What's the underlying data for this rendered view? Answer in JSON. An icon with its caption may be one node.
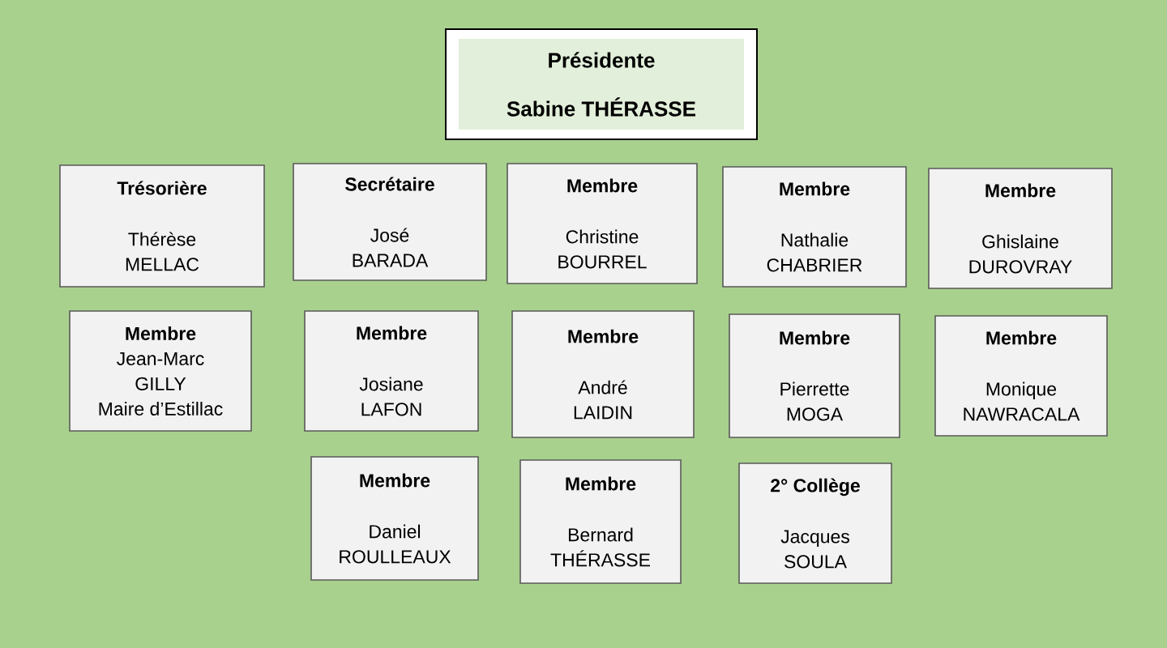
{
  "diagram": {
    "nodes": [
      {
        "text": [
          "Présidente",
          "Sabine THÉRASSE"
        ]
      },
      {
        "text": [
          "Trésorière",
          "Thérèse MELLAC"
        ]
      },
      {
        "text": [
          "Secrétaire",
          "José BARADA"
        ]
      },
      {
        "text": [
          "Membre",
          "Christine BOURREL"
        ]
      },
      {
        "text": [
          "Membre",
          "Nathalie CHABRIER"
        ]
      },
      {
        "text": [
          "Membre",
          "Ghislaine DUROVRAY"
        ]
      },
      {
        "text": [
          "Membre",
          "Jean-Marc GILLY",
          "Maire d’Estillac"
        ]
      },
      {
        "text": [
          "Membre",
          "Josiane LAFON"
        ]
      },
      {
        "text": [
          "Membre",
          "André LAIDIN"
        ]
      },
      {
        "text": [
          "Membre",
          "Pierrette MOGA"
        ]
      },
      {
        "text": [
          "Membre",
          "Monique NAWRACALA"
        ]
      },
      {
        "text": [
          "Membre",
          "Daniel ROULLEAUX"
        ]
      },
      {
        "text": [
          "Membre",
          "Bernard THÉRASSE"
        ]
      },
      {
        "text": [
          "2° Collège",
          "Jacques SOULA"
        ]
      }
    ]
  }
}
